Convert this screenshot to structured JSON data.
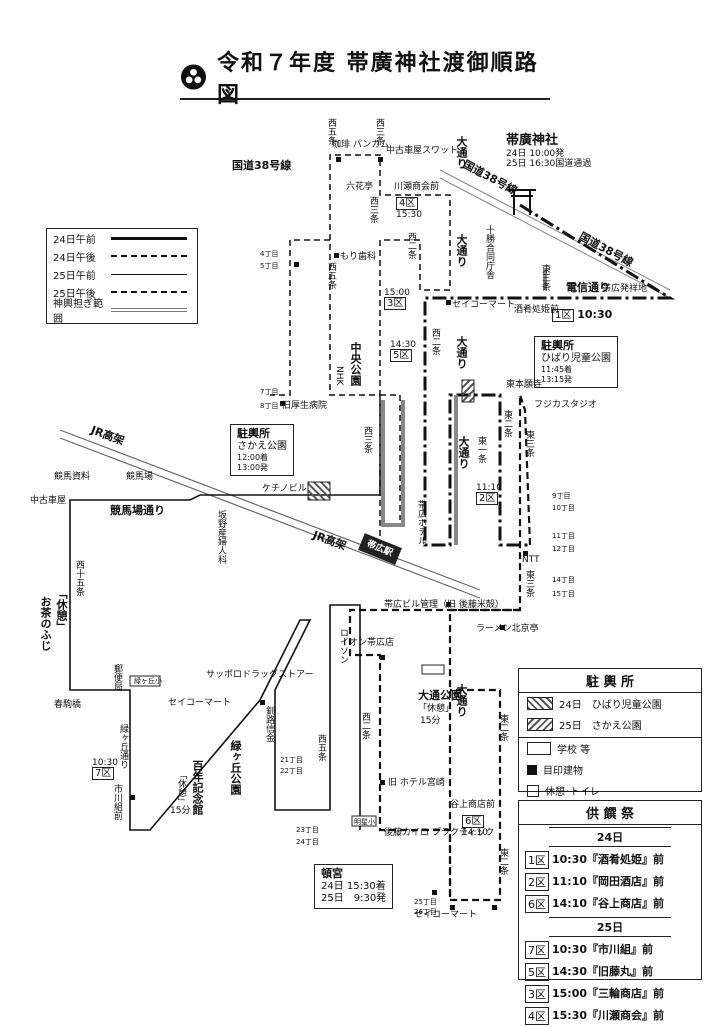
{
  "title": "令和７年度 帯廣神社渡御順路図",
  "legend": {
    "items": [
      {
        "label": "24日午前",
        "style": "a"
      },
      {
        "label": "24日午後",
        "style": "b"
      },
      {
        "label": "25日午前",
        "style": "c"
      },
      {
        "label": "25日午後",
        "style": "d"
      },
      {
        "label": "神輿担ぎ範囲",
        "style": "e"
      }
    ]
  },
  "rest_legend": {
    "title": "駐 輿 所",
    "items": [
      {
        "label": "24日　ひばり児童公園"
      },
      {
        "label": "25日　さかえ公園"
      }
    ],
    "other": [
      {
        "label": "学校 等"
      },
      {
        "label": "目印建物"
      },
      {
        "label": "休憩･トイレ"
      }
    ]
  },
  "offering": {
    "title": "供 饌 祭",
    "days": [
      {
        "day": "24日",
        "items": [
          {
            "ku": "1区",
            "text": "10:30『酒肴処姫』前"
          },
          {
            "ku": "2区",
            "text": "11:10『岡田酒店』前"
          },
          {
            "ku": "6区",
            "text": "14:10『谷上商店』前"
          }
        ]
      },
      {
        "day": "25日",
        "items": [
          {
            "ku": "7区",
            "text": "10:30『市川組』前"
          },
          {
            "ku": "5区",
            "text": "14:30『旧藤丸』前"
          },
          {
            "ku": "3区",
            "text": "15:00『三輪商店』前"
          },
          {
            "ku": "4区",
            "text": "15:30『川瀬商会』前"
          }
        ]
      }
    ]
  },
  "shrine": {
    "name": "帯廣神社",
    "line1": "24日 10:00発",
    "line2": "25日 16:30国道通過"
  },
  "stations": {
    "hibari": {
      "head": "駐輿所",
      "name": "ひばり児童公園",
      "t1": "11:45着",
      "t2": "13:15発"
    },
    "sakae": {
      "head": "駐輿所",
      "name": "さかえ公園",
      "t1": "12:00着",
      "t2": "13:00発"
    },
    "tongu": {
      "name": "頓宮",
      "t1": "24日 15:30着",
      "t2": "25日　9:30発"
    }
  },
  "ku_labels": [
    {
      "text": "1区",
      "time": "10:30"
    },
    {
      "text": "2区",
      "time": "11:10"
    },
    {
      "text": "3区",
      "time": "15:00"
    },
    {
      "text": "4区",
      "time": "15:30"
    },
    {
      "text": "5区",
      "time": "14:30"
    },
    {
      "text": "6区",
      "time": "14:10"
    },
    {
      "text": "7区",
      "time": "10:30"
    }
  ],
  "labels": {
    "kokudo38": "国道38号線",
    "kokudo38b": "国道38号線",
    "kokudo38c": "国道38号線",
    "denshin": "電信通り",
    "obihiro_st": "帯広駅",
    "jr1": "JR高架",
    "jr2": "JR高架",
    "keibajo_dori": "競馬場通り",
    "keibajo": "競馬場",
    "keiba_shiryo": "競馬資料",
    "chuko": "中古車屋",
    "kyukei1": "「休憩」",
    "ochanofushi": "お茶のふじ",
    "kyukei2": "「休憩」",
    "hyakunen": "百年記念館",
    "kyukei3": "「休憩」",
    "min15": "15分",
    "min15b": "15分",
    "odori_park": "大通公園",
    "kyukei4": "「休憩」",
    "midorigaoka": "緑ヶ丘公園",
    "chuo_park": "中央公園",
    "nhk": "NHK",
    "sapporo": "サッポロドラッグストアー",
    "seico1": "セイコーマート",
    "seico2": "セイコーマート",
    "seico3": "セイコーマート",
    "ichikawa": "市川組前",
    "meisei": "明星小",
    "tokkai": "後藤カイロ プラクティック",
    "tanigami": "谷上商店前",
    "ramen": "ラーメン北京亭",
    "ntt": "NTT",
    "fujika": "フジカスタジオ",
    "higashi_honmachi": "東本願寺",
    "shuhime": "酒肴処姫前",
    "obirokuhasshin": "帯広発祥地",
    "ekimae": "帯広ビル管理（旧 後藤米殻）",
    "aeon": "イオン帯広店",
    "hotel_miyako": "旧 ホテル宮崎",
    "kawase": "川瀬商会前",
    "tokachi_goudou": "十勝合同庁舎",
    "morishika": "もり歯科",
    "kyuatsusei": "旧厚生病院",
    "kachinobiru": "ケチノビル",
    "kouyasouin": "坂野産婦人科",
    "nakafurusha": "中古車屋スワット",
    "panami": "珈琲 パンカム",
    "rokuka": "六花亭",
    "kokuei": "帯広ホテル",
    "odori": "大通り",
    "nishi5": "西五条",
    "nishi3": "西三条",
    "nishi2": "西二条",
    "higashi1": "東一条",
    "higashi2": "東二条",
    "higashi3": "東三条",
    "nishi15": "西十五条",
    "midorigaoka_st": "緑ヶ丘通り",
    "kasukabe": "郵便局",
    "haruko": "春駒橋",
    "lawson": "ローソン",
    "kaiyu": "釧路信金",
    "cho_4": "4丁目",
    "cho_5": "5丁目",
    "cho_7": "7丁目",
    "cho_8": "8丁目",
    "cho_9": "9丁目",
    "cho_10": "10丁目",
    "cho_11": "11丁目",
    "cho_12": "12丁目",
    "cho_14": "14丁目",
    "cho_15": "15丁目",
    "cho_21": "21丁目",
    "cho_22": "22丁目",
    "cho_23": "23丁目",
    "cho_24": "24丁目",
    "cho_25": "25丁目",
    "cho_26": "26丁目",
    "midori_sho": "緑ヶ丘小"
  }
}
